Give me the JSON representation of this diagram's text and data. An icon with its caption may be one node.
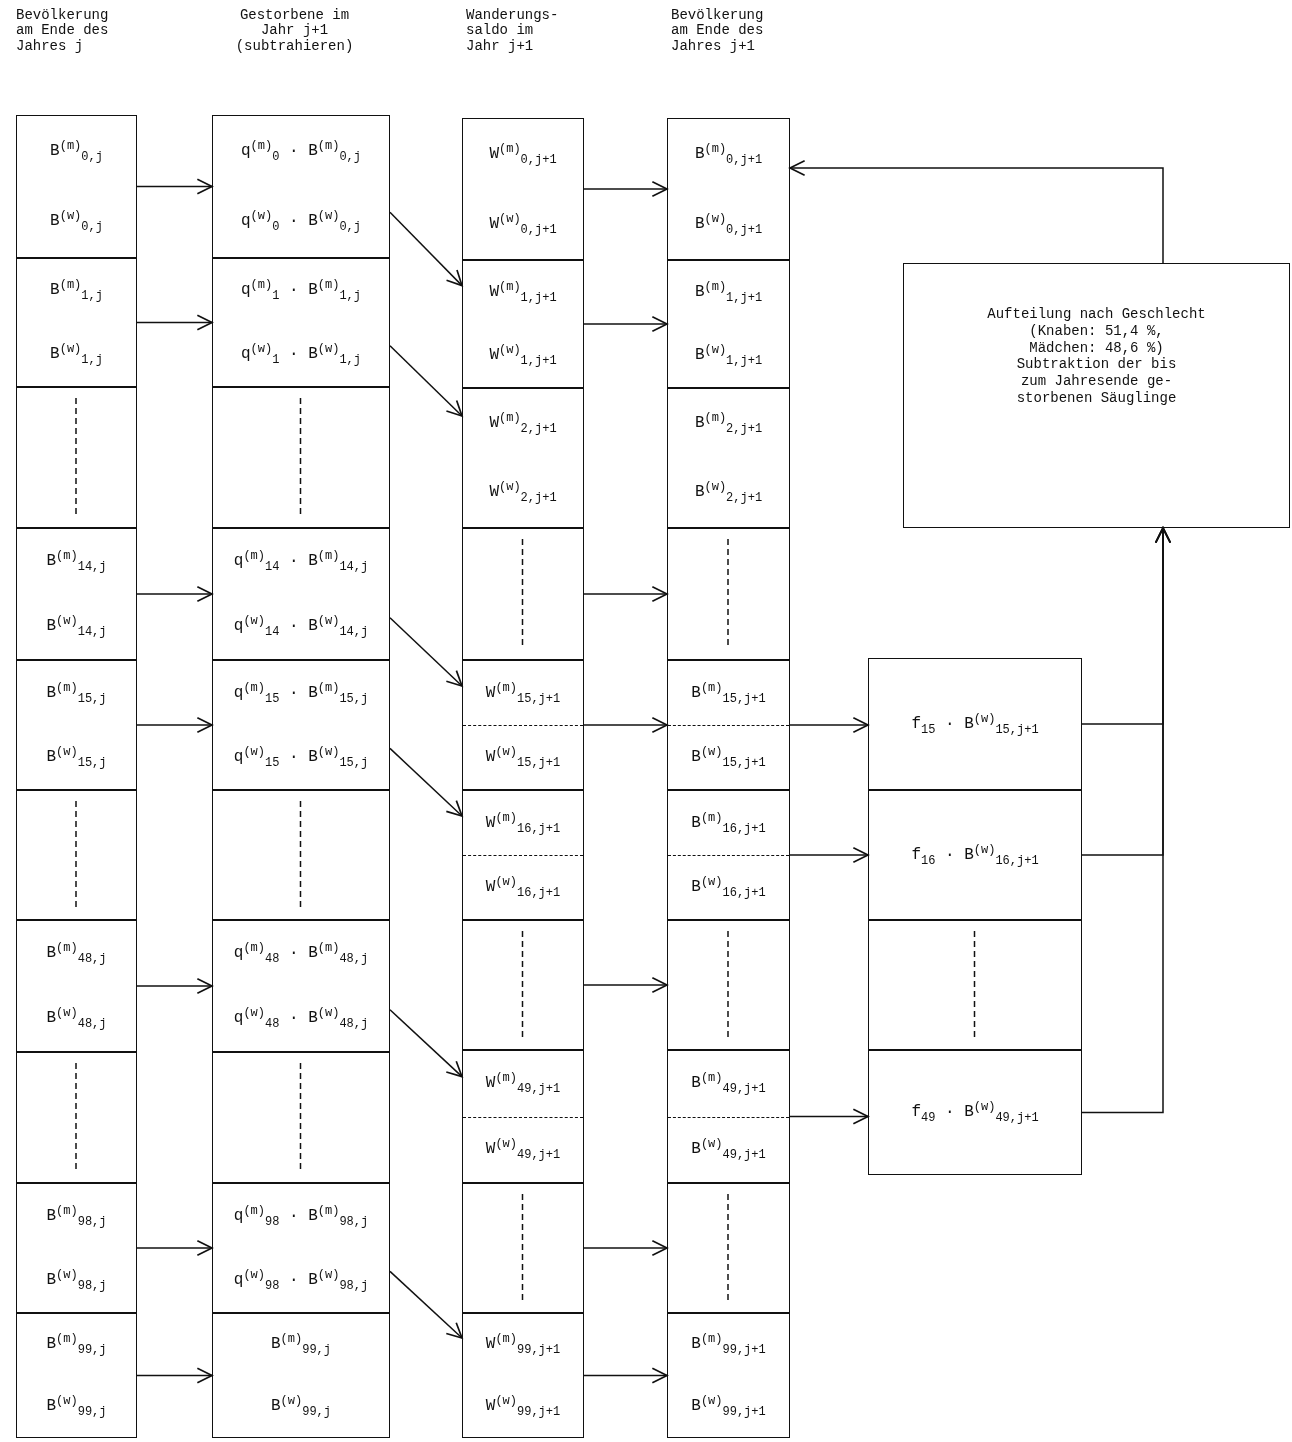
{
  "diagram": {
    "nodes": [
      {
        "text": [
          "Bevölkerung am Ende des Jahres j"
        ]
      },
      {
        "text": [
          "B$^{(m)}$$_{0,j}$",
          "B$^{(w)}$$_{0,j}$"
        ],
        "in": 0
      },
      {
        "text": [
          "B$^{(m)}$$_{1,j}$",
          "B$^{(w)}$$_{1,j}$"
        ],
        "in": 0
      },
      {
        "text": [],
        "shape": "box",
        "in": 0
      },
      {
        "text": [
          "B$^{(m)}$$_{14,j}$",
          "B$^{(w)}$$_{14,j}$"
        ],
        "in": 0
      },
      {
        "text": [
          "B$^{(m)}$$_{15,j}$",
          "B$^{(w)}$$_{15,j}$"
        ],
        "in": 0
      },
      {
        "text": [],
        "shape": "box",
        "in": 0
      },
      {
        "text": [
          "B$^{(m)}$$_{48,j}$",
          "B$^{(w)}$$_{48,j}$"
        ],
        "in": 0
      },
      {
        "text": [],
        "shape": "box",
        "in": 0
      },
      {
        "text": [
          "B$^{(m)}$$_{98,j}$",
          "B$^{(w)}$$_{98,j}$"
        ],
        "in": 0
      },
      {
        "text": [
          "B$^{(m)}$$_{99,j}$",
          "B$^{(w)}$$_{99,j}$"
        ],
        "in": 0
      },
      {
        "text": [
          "Gestorbene im Jahr j+1 (subtrahieren)"
        ]
      },
      {
        "text": [
          "q$^{(m)}$$_{0}$ · B$^{(m)}$$_{0,j}$",
          "q$^{(w)}$$_{0}$ · B$^{(w)}$$_{0,j}$"
        ],
        "in": 11
      },
      {
        "text": [
          "q$^{(m)}$$_{1}$ · B$^{(m)}$$_{1,j}$",
          "q$^{(w)}$$_{1}$ · B$^{(w)}$$_{1,j}$"
        ],
        "in": 11
      },
      {
        "text": [],
        "shape": "box",
        "in": 11
      },
      {
        "text": [
          "q$^{(m)}$$_{14}$ · B$^{(m)}$$_{14,j}$",
          "q$^{(w)}$$_{14}$ · B$^{(w)}$$_{14,j}$"
        ],
        "in": 11
      },
      {
        "text": [
          "q$^{(m)}$$_{15}$ · B$^{(m)}$$_{15,j}$",
          "q$^{(w)}$$_{15}$ · B$^{(w)}$$_{15,j}$"
        ],
        "in": 11
      },
      {
        "text": [],
        "shape": "box",
        "in": 11
      },
      {
        "text": [
          "q$^{(m)}$$_{48}$ · B$^{(m)}$$_{48,j}$",
          "q$^{(w)}$$_{48}$ · B$^{(w)}$$_{48,j}$"
        ],
        "in": 11
      },
      {
        "text": [],
        "shape": "box",
        "in": 11
      },
      {
        "text": [
          "q$^{(m)}$$_{98}$ · B$^{(m)}$$_{98,j}$",
          "q$^{(w)}$$_{98}$ · B$^{(w)}$$_{98,j}$"
        ],
        "in": 11
      },
      {
        "text": [
          "B$^{(m)}$$_{99,j}$",
          "B$^{(w)}$$_{99,j}$"
        ],
        "in": 11
      },
      {
        "text": [
          "Wanderungs- saldo im Jahr j+1"
        ]
      },
      {
        "text": [
          "W$^{(m)}$$_{0,j+1}$",
          "W$^{(w)}$$_{0,j+1}$"
        ],
        "in": 22
      },
      {
        "text": [
          "W$^{(m)}$$_{1,j+1}$",
          "W$^{(w)}$$_{1,j+1}$"
        ],
        "in": 22
      },
      {
        "text": [
          "W$^{(m)}$$_{2,j+1}$",
          "W$^{(w)}$$_{2,j+1}$"
        ],
        "in": 22
      },
      {
        "text": [],
        "shape": "box",
        "in": 22
      },
      {
        "text": [
          "W$^{(m)}$$_{15,j+1}$",
          "W$^{(w)}$$_{15,j+1}$"
        ],
        "in": 22
      },
      {
        "text": [
          "W$^{(m)}$$_{16,j+1}$",
          "W$^{(w)}$$_{16,j+1}$"
        ],
        "in": 22
      },
      {
        "text": [],
        "shape": "box",
        "in": 22
      },
      {
        "text": [
          "W$^{(m)}$$_{49,j+1}$",
          "W$^{(w)}$$_{49,j+1}$"
        ],
        "in": 22
      },
      {
        "text": [],
        "shape": "box",
        "in": 22
      },
      {
        "text": [
          "W$^{(m)}$$_{99,j+1}$",
          "W$^{(w)}$$_{99,j+1}$"
        ],
        "in": 22
      },
      {
        "text": [
          "Bevölkerung am Ende des Jahres j+1"
        ]
      },
      {
        "text": [
          "B$^{(m)}$$_{0,j+1}$",
          "B$^{(w)}$$_{0,j+1}$"
        ],
        "in": 33
      },
      {
        "text": [
          "B$^{(m)}$$_{1,j+1}$",
          "B$^{(w)}$$_{1,j+1}$"
        ],
        "in": 33
      },
      {
        "text": [
          "B$^{(m)}$$_{2,j+1}$",
          "B$^{(w)}$$_{2,j+1}$"
        ],
        "in": 33
      },
      {
        "text": [],
        "shape": "box",
        "in": 33
      },
      {
        "text": [
          "B$^{(m)}$$_{15,j+1}$",
          "B$^{(w)}$$_{15,j+1}$"
        ],
        "in": 33
      },
      {
        "text": [
          "B$^{(m)}$$_{16,j+1}$",
          "B$^{(w)}$$_{16,j+1}$"
        ],
        "in": 33
      },
      {
        "text": [],
        "shape": "box",
        "in": 33
      },
      {
        "text": [
          "B$^{(m)}$$_{49,j+1}$",
          "B$^{(w)}$$_{49,j+1}$"
        ],
        "in": 33
      },
      {
        "text": [],
        "shape": "box",
        "in": 33
      },
      {
        "text": [
          "B$^{(m)}$$_{99,j+1}$",
          "B$^{(w)}$$_{99,j+1}$"
        ],
        "in": 33
      },
      {
        "text": [
          "Aufteilung nach Geschlecht",
          "(Knaben: 51,4 %, Mädchen: 48,6 %)",
          "Subtraktion der bis zum Jahresende ge- storbenen Säuglinge"
        ]
      },
      {
        "text": [
          "f$_{15}$ · B$^{(w)}$$_{15,j+1}$"
        ]
      },
      {
        "text": [
          "f$_{16}$ · B$^{(w)}$$_{16,j+1}$"
        ]
      },
      {
        "text": [],
        "shape": "box"
      },
      {
        "text": [
          "f$_{49}$ · B$^{(w)}$$_{49,j+1}$"
        ]
      }
    ],
    "edges": [
      {
        "from": 1,
        "to": 12,
        "arrow": "to"
      },
      {
        "from": 2,
        "to": 13,
        "arrow": "to"
      },
      {
        "from": 4,
        "to": 15,
        "arrow": "to"
      },
      {
        "from": 5,
        "to": 16,
        "arrow": "to"
      },
      {
        "from": 7,
        "to": 18,
        "arrow": "to"
      },
      {
        "from": 9,
        "to": 20,
        "arrow": "to"
      },
      {
        "from": 10,
        "to": 21,
        "arrow": "to"
      },
      {
        "from": 12,
        "to": 24,
        "arrow": "to"
      },
      {
        "from": 13,
        "to": 25,
        "arrow": "to"
      },
      {
        "from": 15,
        "to": 27,
        "arrow": "to"
      },
      {
        "from": 16,
        "to": 28,
        "arrow": "to"
      },
      {
        "from": 18,
        "to": 30,
        "arrow": "to"
      },
      {
        "from": 20,
        "to": 32,
        "arrow": "to"
      },
      {
        "from": 23,
        "to": 34,
        "arrow": "to"
      },
      {
        "from": 24,
        "to": 35,
        "arrow": "to"
      },
      {
        "from": 26,
        "to": 37,
        "arrow": "to"
      },
      {
        "from": 27,
        "to": 38,
        "arrow": "to"
      },
      {
        "from": 29,
        "to": 40,
        "arrow": "to"
      },
      {
        "from": 31,
        "to": 42,
        "arrow": "to"
      },
      {
        "from": 32,
        "to": 43,
        "arrow": "to"
      },
      {
        "from": 38,
        "to": 45,
        "arrow": "to"
      },
      {
        "from": 39,
        "to": 46,
        "arrow": "to"
      },
      {
        "from": 41,
        "to": 48,
        "arrow": "to"
      },
      {
        "from": 45,
        "to": 44,
        "arrow": "to"
      },
      {
        "from": 46,
        "to": 44,
        "arrow": "to"
      },
      {
        "from": 48,
        "to": 44,
        "arrow": "to"
      },
      {
        "from": 44,
        "to": 34,
        "arrow": "to"
      }
    ]
  }
}
